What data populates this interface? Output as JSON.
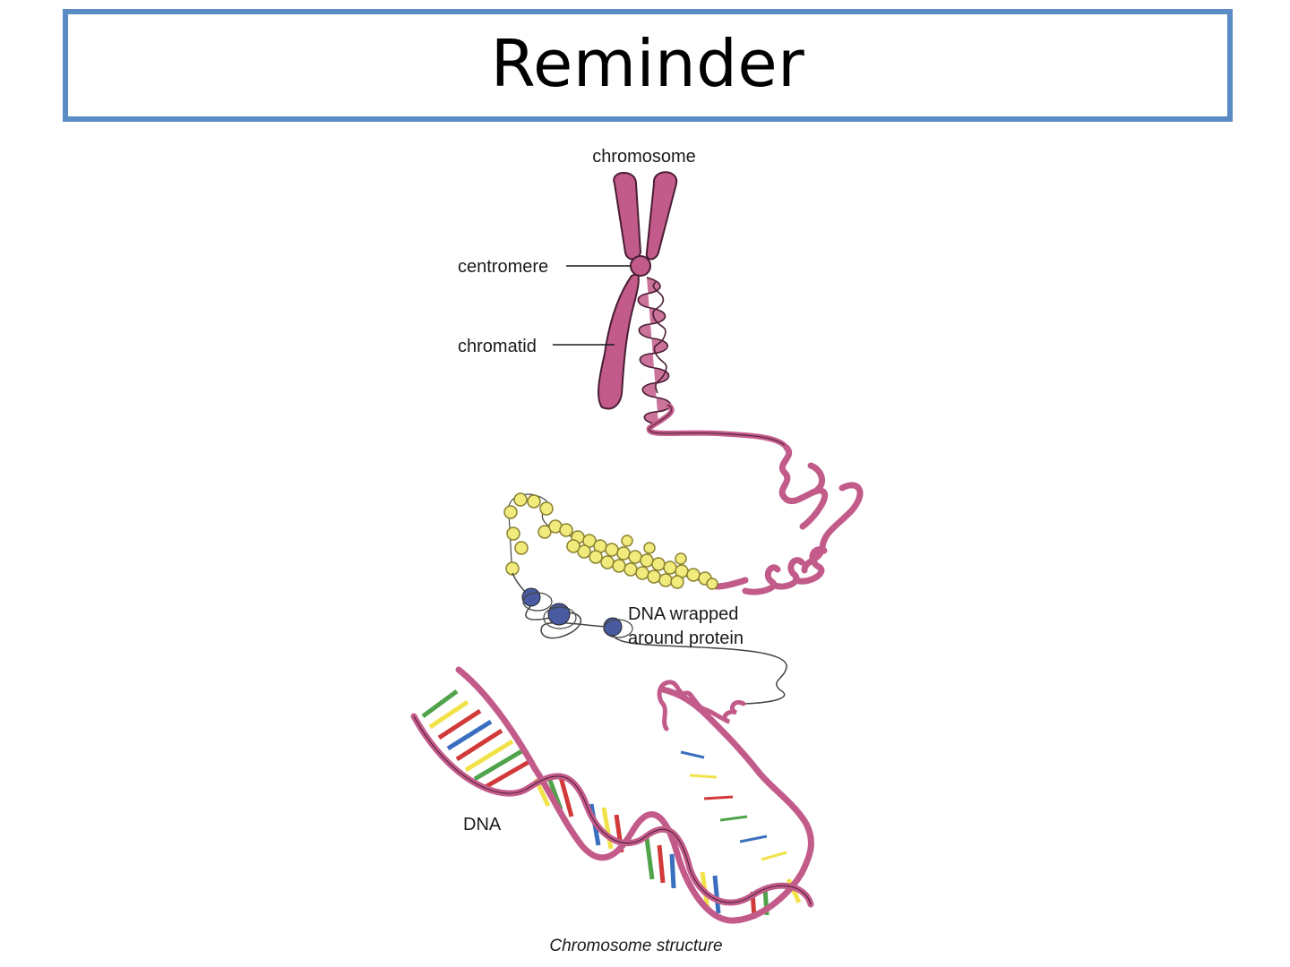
{
  "slide": {
    "title": "Reminder"
  },
  "diagram": {
    "labels": {
      "chromosome": "chromosome",
      "centromere": "centromere",
      "chromatid": "chromatid",
      "protein_line1": "DNA wrapped",
      "protein_line2": "around protein",
      "dna": "DNA"
    },
    "caption": "Chromosome structure"
  },
  "colors": {
    "title_border": "#5b8bc4",
    "chromosome": "#c25b8a",
    "chromosome_outline": "#4a1d33",
    "nucleosome_yellow": "#f1ea7c",
    "histone_blue": "#4a5aa0",
    "base_red": "#d23a3a",
    "base_green": "#4fa34a",
    "base_yellow": "#f2e24a",
    "base_blue": "#3a6fbf"
  }
}
